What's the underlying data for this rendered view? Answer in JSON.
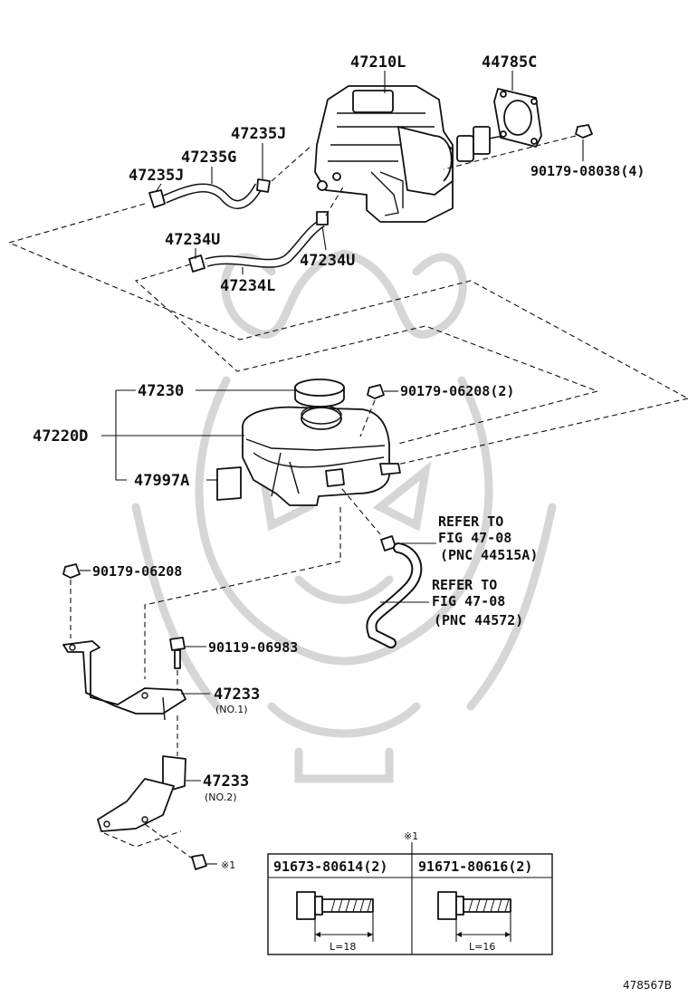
{
  "parts": {
    "p47210L": "47210L",
    "p44785C": "44785C",
    "p47235J_top": "47235J",
    "p47235G": "47235G",
    "p47235J_left": "47235J",
    "p90179_08038": "90179-08038(4)",
    "p47234U_left": "47234U",
    "p47234U_right": "47234U",
    "p47234L": "47234L",
    "p47230": "47230",
    "p90179_06208_2": "90179-06208(2)",
    "p47220D": "47220D",
    "p47997A": "47997A",
    "p90179_06208": "90179-06208",
    "p90119_06983": "90119-06983",
    "p47233_no1": "47233",
    "p47233_no1_sub": "(NO.1)",
    "p47233_no2": "47233",
    "p47233_no2_sub": "(NO.2)",
    "mark_x1": "※1",
    "mark_x1_top": "※1"
  },
  "refer": {
    "ref1_line1": "REFER TO",
    "ref1_line2": "FIG 47-08",
    "ref1_line3": "(PNC 44515A)",
    "ref2_line1": "REFER TO",
    "ref2_line2": "FIG 47-08",
    "ref2_line3": "(PNC 44572)"
  },
  "bolt_table": {
    "col1_header": "91673-80614(2)",
    "col2_header": "91671-80616(2)",
    "col1_length": "L=18",
    "col2_length": "L=16"
  },
  "figure_id": "478567B"
}
